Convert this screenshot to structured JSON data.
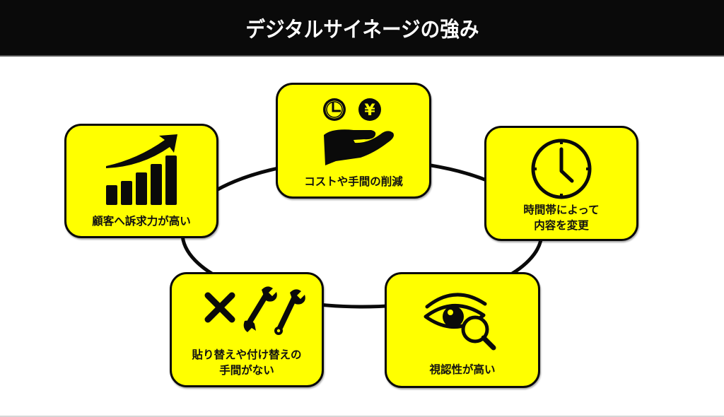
{
  "header": {
    "title": "デジタルサイネージの強み"
  },
  "colors": {
    "card_fill": "#ffff00",
    "outline": "#0a0a0a",
    "header_bg": "#0a0a0a",
    "header_text": "#ffffff"
  },
  "strengths": [
    {
      "id": "cost",
      "icon": "hand-holding-clock-and-yen-icon",
      "label": "コストや手間の削減"
    },
    {
      "id": "appeal",
      "icon": "rising-bar-chart-icon",
      "label": "顧客へ訴求力が高い"
    },
    {
      "id": "time",
      "icon": "clock-icon",
      "label_lines": [
        "時間帯によって",
        "内容を変更"
      ]
    },
    {
      "id": "no-replacement",
      "icon": "no-wrench-icon",
      "label_lines": [
        "貼り替えや付け替えの",
        "手間がない"
      ]
    },
    {
      "id": "visibility",
      "icon": "eye-magnifier-icon",
      "label": "視認性が高い"
    }
  ],
  "icon_text": {
    "yen_symbol": "¥"
  }
}
